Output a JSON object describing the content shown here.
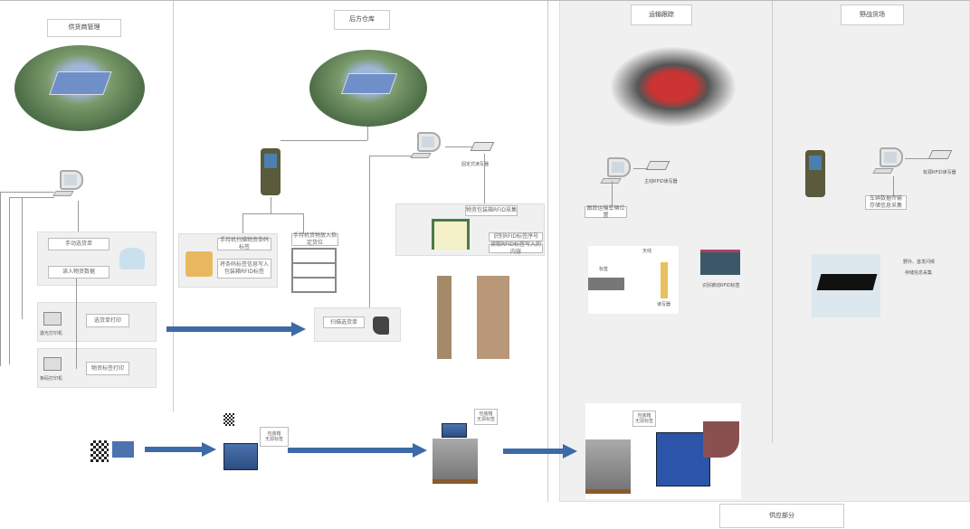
{
  "sections": {
    "supplier": "供货商管理",
    "rear_warehouse": "后方仓库",
    "transport": "运输跟踪",
    "field_yard": "野战货场",
    "bottom": "供应部分"
  },
  "supplier": {
    "manual_select": "手动选货单",
    "read_data": "读入物资数据",
    "print_order": "选货单打印",
    "print_label": "物资标签打印",
    "laser_printer": "激光打印机",
    "barcode_printer": "条码打印机"
  },
  "warehouse": {
    "scan_barcode": "手持机扫描物资条码标签",
    "write_rfid": "将条码标签信息写入包装箱RFID标签",
    "handheld_shelf": "手持机货物放入指定货位",
    "scan_order": "扫描选货单",
    "fixed_reader": "固定式读写器",
    "collect": "物资包装箱RFID采集",
    "identify": "识别RFID标签序号",
    "read_content": "读取RFID标签写入的内容"
  },
  "transport": {
    "active_reader": "主动RFID读写器",
    "track": "跟踪运输车辆位置",
    "antenna": "天线",
    "tag": "标签",
    "reader": "读写器",
    "passive": "识别被动RFID标签"
  },
  "field": {
    "reader": "有源RFID读写器",
    "data": "车辆数据传输",
    "collect": "存储信息采集",
    "note1": "野外、首发问候",
    "note2": "存储信息采集"
  },
  "bottom_labels": {
    "box": "包装箱",
    "tag": "无源标签"
  },
  "colors": {
    "arrow": "#3d6aa8",
    "panel": "#f0f0f0"
  }
}
